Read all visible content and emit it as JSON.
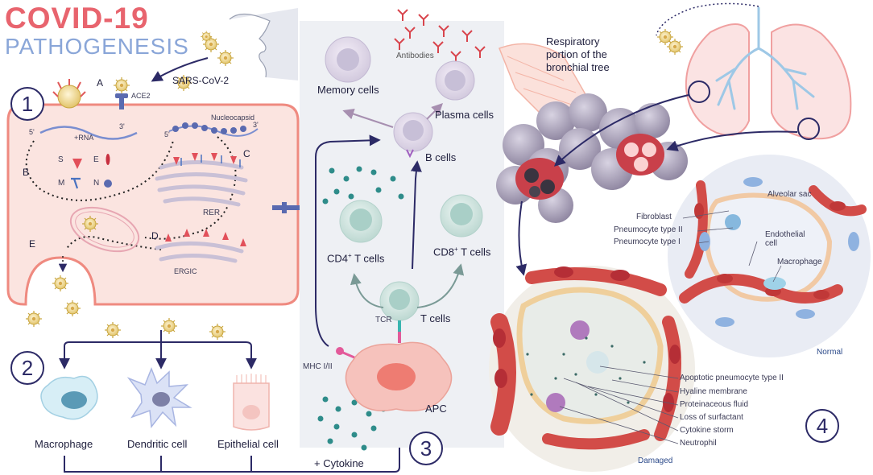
{
  "title": {
    "line1": "COVID-19",
    "line2": "PATHOGENESIS"
  },
  "panel_numbers": [
    "1",
    "2",
    "3",
    "4"
  ],
  "panel1": {
    "virus_label": "SARS-CoV-2",
    "receptor_label": "ACE2",
    "step_labels": {
      "a": "A",
      "b": "B",
      "c": "C",
      "d": "D",
      "e": "E"
    },
    "rna_label": "+RNA",
    "rna_5prime": "5'",
    "rna_3prime": "3'",
    "nucleocapsid_label": "Nucleocapsid",
    "nucleocapsid_5prime": "5'",
    "nucleocapsid_3prime": "3'",
    "proteins": {
      "s": "S",
      "e": "E",
      "m": "M",
      "n": "N"
    },
    "rer_label": "RER",
    "ergic_label": "ERGIC"
  },
  "panel2": {
    "macrophage": "Macrophage",
    "dendritic": "Dendritic cell",
    "epithelial": "Epithelial cell",
    "cytokine": "+ Cytokine"
  },
  "panel3": {
    "antibodies": "Antibodies",
    "memory_cells": "Memory cells",
    "plasma_cells": "Plasma cells",
    "b_cells": "B cells",
    "cd4": "CD4",
    "cd8": "CD8",
    "plus_superscript": "+",
    "t_cells_suffix": " T cells",
    "tcr": "TCR",
    "t_cells": "T cells",
    "mhc": "MHC I/II",
    "apc": "APC"
  },
  "panel4": {
    "respiratory_line1": "Respiratory",
    "respiratory_line2": "portion of the",
    "respiratory_line3": "bronchial tree",
    "alveolar_sac": "Alveolar sac",
    "fibroblast": "Fibroblast",
    "pneumocyte_2": "Pneumocyte type II",
    "pneumocyte_1": "Pneumocyte type I",
    "endothelial_line1": "Endothelial",
    "endothelial_line2": "cell",
    "macrophage": "Macrophage",
    "normal": "Normal",
    "damaged": "Damaged",
    "damage_labels": [
      "Apoptotic pneumocyte type II",
      "Hyaline membrane",
      "Proteinaceous fluid",
      "Loss of surfactant",
      "Cytokine storm",
      "Neutrophil"
    ]
  },
  "colors": {
    "navy": "#2c2a66",
    "cell_pink": "#fbe4e0",
    "cell_border": "#ef8a80",
    "title_red": "#e8646e",
    "title_blue": "#8aa6d8",
    "vessel_red": "#c94a4a",
    "alveolus_purple": "#9d94ad"
  }
}
